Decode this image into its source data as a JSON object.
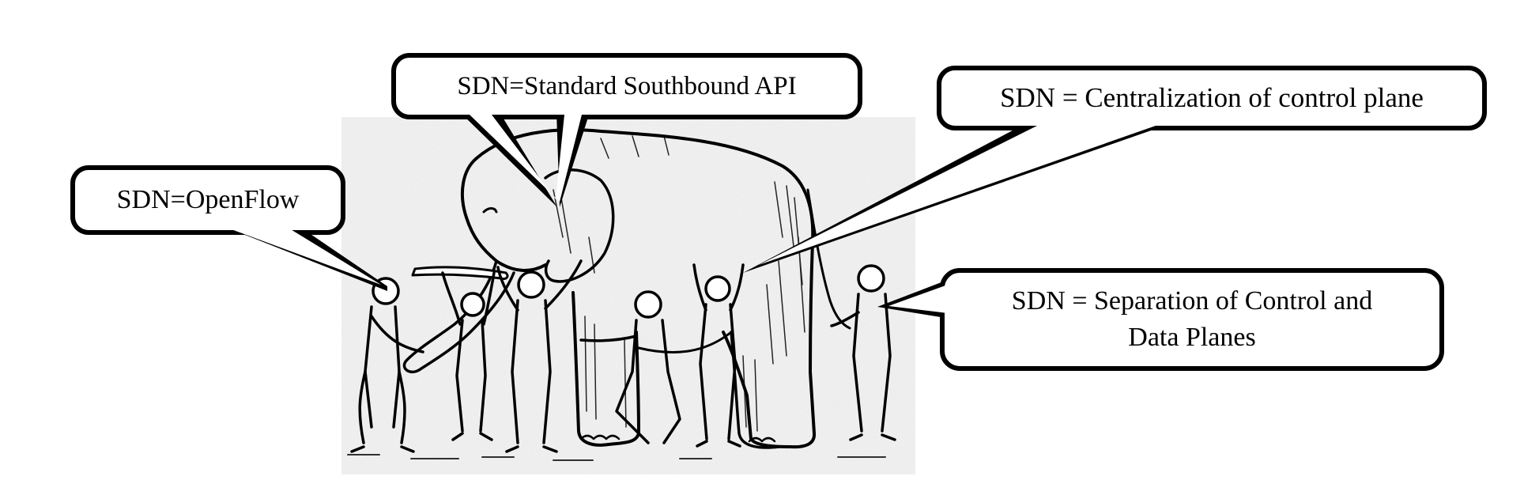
{
  "callouts": {
    "openflow": "SDN=OpenFlow",
    "southbound": "SDN=Standard Southbound API",
    "centralization": "SDN = Centralization of control plane",
    "separation_line1": "SDN = Separation of Control and",
    "separation_line2": "Data Planes"
  },
  "colors": {
    "ink": "#000000",
    "bubble_fill": "#ffffff",
    "paper": "#f2f2f2"
  }
}
